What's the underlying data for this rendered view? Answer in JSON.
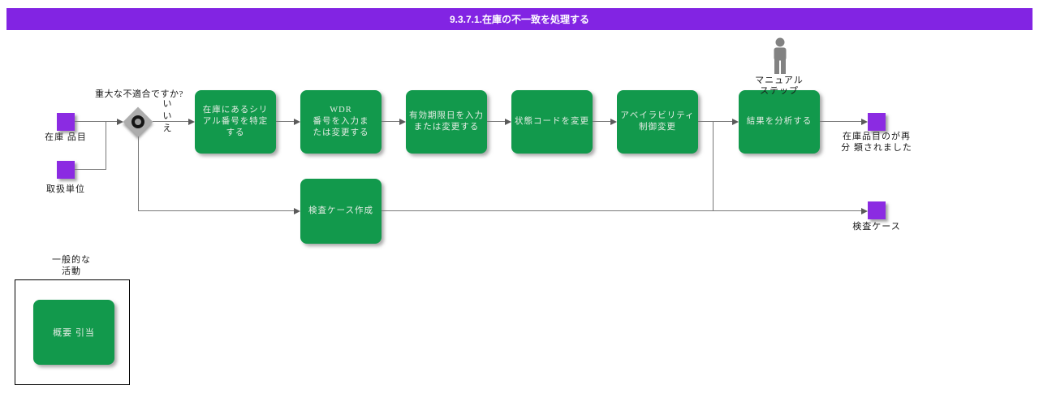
{
  "header": {
    "title": "9.3.7.1.在庫の不一致を処理する"
  },
  "colors": {
    "header_bg": "#8224e3",
    "activity_green": "#12994c",
    "io_purple": "#8b2be2",
    "connector_gray": "#787878",
    "gateway_gray": "#adadad"
  },
  "inputs": [
    {
      "label": "在庫 品目"
    },
    {
      "label": "取扱単位"
    }
  ],
  "gateway": {
    "question": "重大な不適合ですか?",
    "no_chars": [
      "い",
      "い",
      "え"
    ]
  },
  "steps": [
    {
      "label": "在庫にあるシリ\nアル番号を特定\nする"
    },
    {
      "label": "WDR\n番号を入力ま\nたは変更する"
    },
    {
      "label": "有効期限日を入力\nまたは変更する"
    },
    {
      "label": "状態コードを変更"
    },
    {
      "label": "アベイラビリティ\n制御変更"
    },
    {
      "label": "結果を分析する"
    }
  ],
  "manual_step": {
    "label": "マニュアル\nステップ",
    "icon": "person-icon"
  },
  "branch_step": {
    "label": "検査ケース作成"
  },
  "outputs": [
    {
      "label": "在庫品目のが再\n分 類されました"
    },
    {
      "label": "検査ケース"
    }
  ],
  "legend": {
    "title": "一般的な\n活動",
    "item": "概要 引当"
  }
}
